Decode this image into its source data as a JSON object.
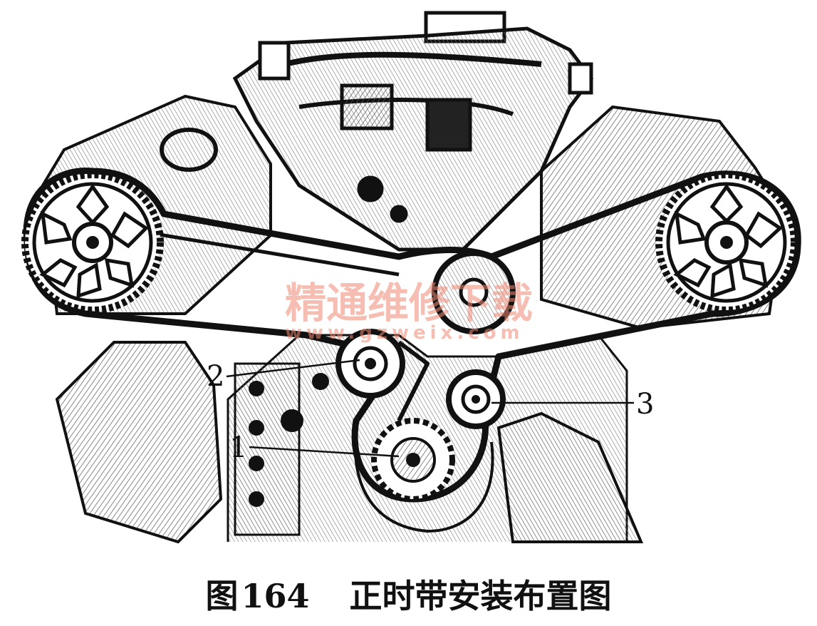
{
  "callouts": {
    "c1": "1",
    "c2": "2",
    "c3": "3"
  },
  "watermark": {
    "cn": "精通维修下载",
    "url": "www.gzweix.com"
  },
  "caption": {
    "label": "图",
    "number": "164",
    "text": "正时带安装布置图"
  },
  "colors": {
    "ink": "#111111",
    "watermark": "#f08a74"
  }
}
